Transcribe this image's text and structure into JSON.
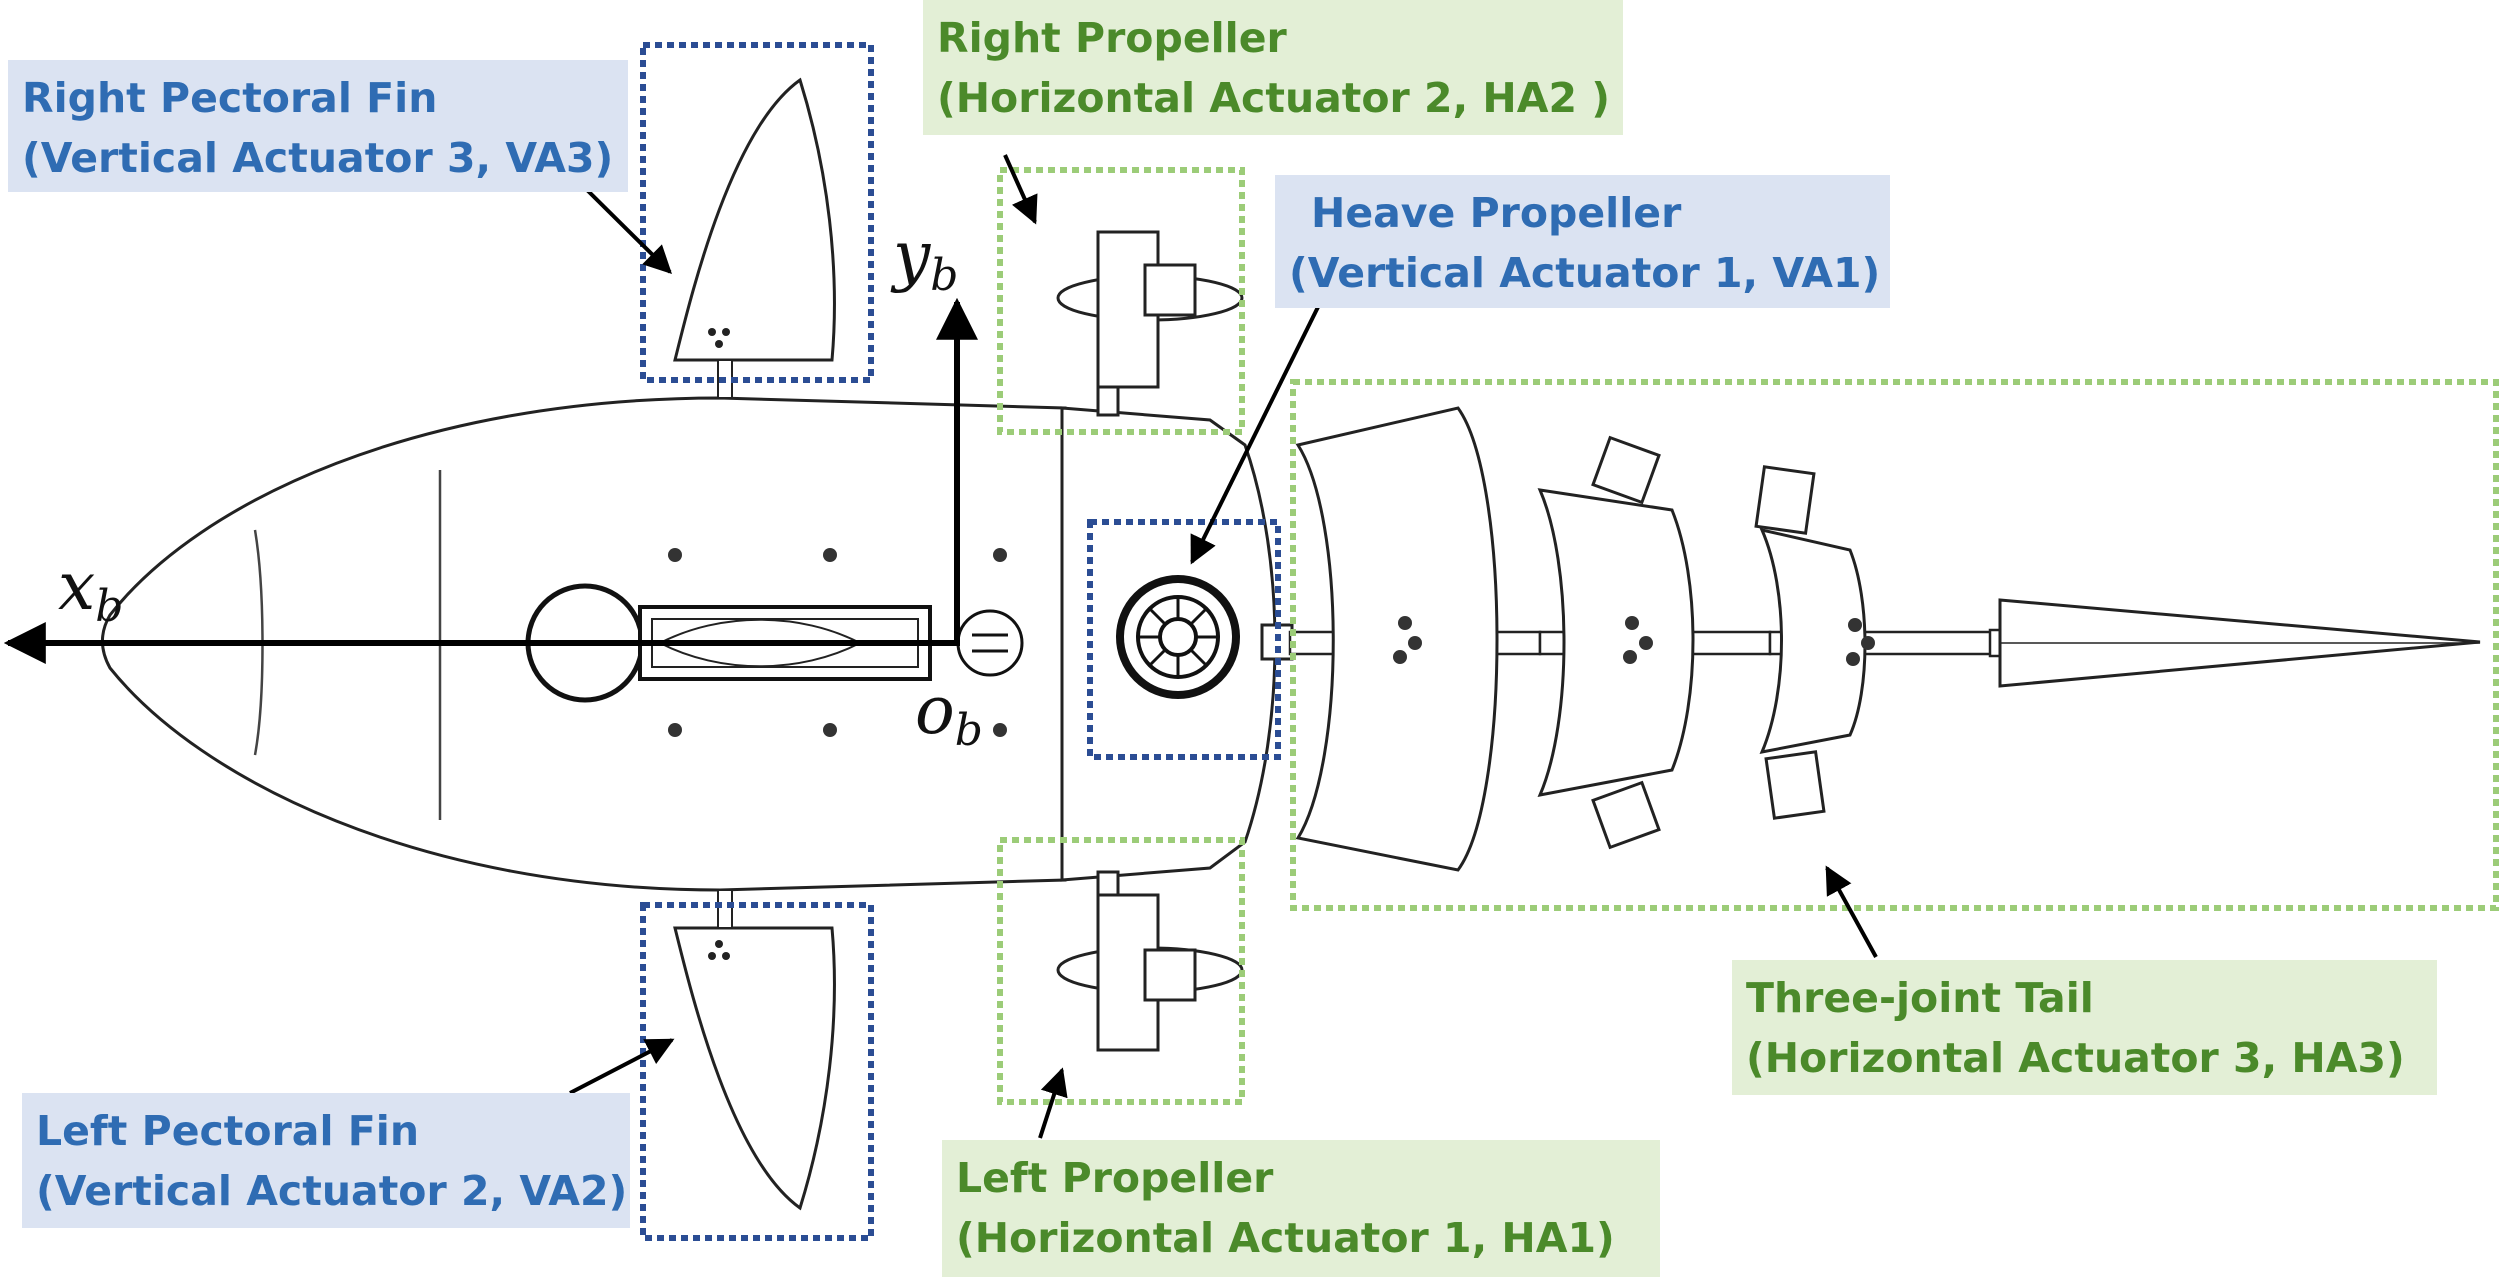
{
  "labels": {
    "right_fin": {
      "line1": "Right Pectoral Fin",
      "line2": "(Vertical Actuator 3, VA3)"
    },
    "right_prop": {
      "line1": "Right Propeller",
      "line2": "(Horizontal Actuator 2, HA2 )"
    },
    "heave_prop": {
      "line1": "Heave Propeller",
      "line2": "(Vertical Actuator 1, VA1)"
    },
    "tail": {
      "line1": "Three-joint Tail",
      "line2": "(Horizontal Actuator 3, HA3)"
    },
    "left_fin": {
      "line1": "Left Pectoral Fin",
      "line2": "(Vertical Actuator 2, VA2)"
    },
    "left_prop": {
      "line1": "Left Propeller",
      "line2": "(Horizontal Actuator 1, HA1)"
    }
  },
  "axes": {
    "x": {
      "base": "x",
      "sub": "b"
    },
    "y": {
      "base": "y",
      "sub": "b"
    },
    "origin": {
      "base": "o",
      "sub": "b"
    }
  },
  "colors": {
    "blue_box_fill": "#dbe3f2",
    "blue_text": "#2f6cb3",
    "green_box_fill": "#e3efd6",
    "green_text": "#4b8a2a",
    "blue_dotted_frame": "#2b4d94",
    "green_dotted_frame": "#9ccc78",
    "drawing_line": "#222222"
  }
}
